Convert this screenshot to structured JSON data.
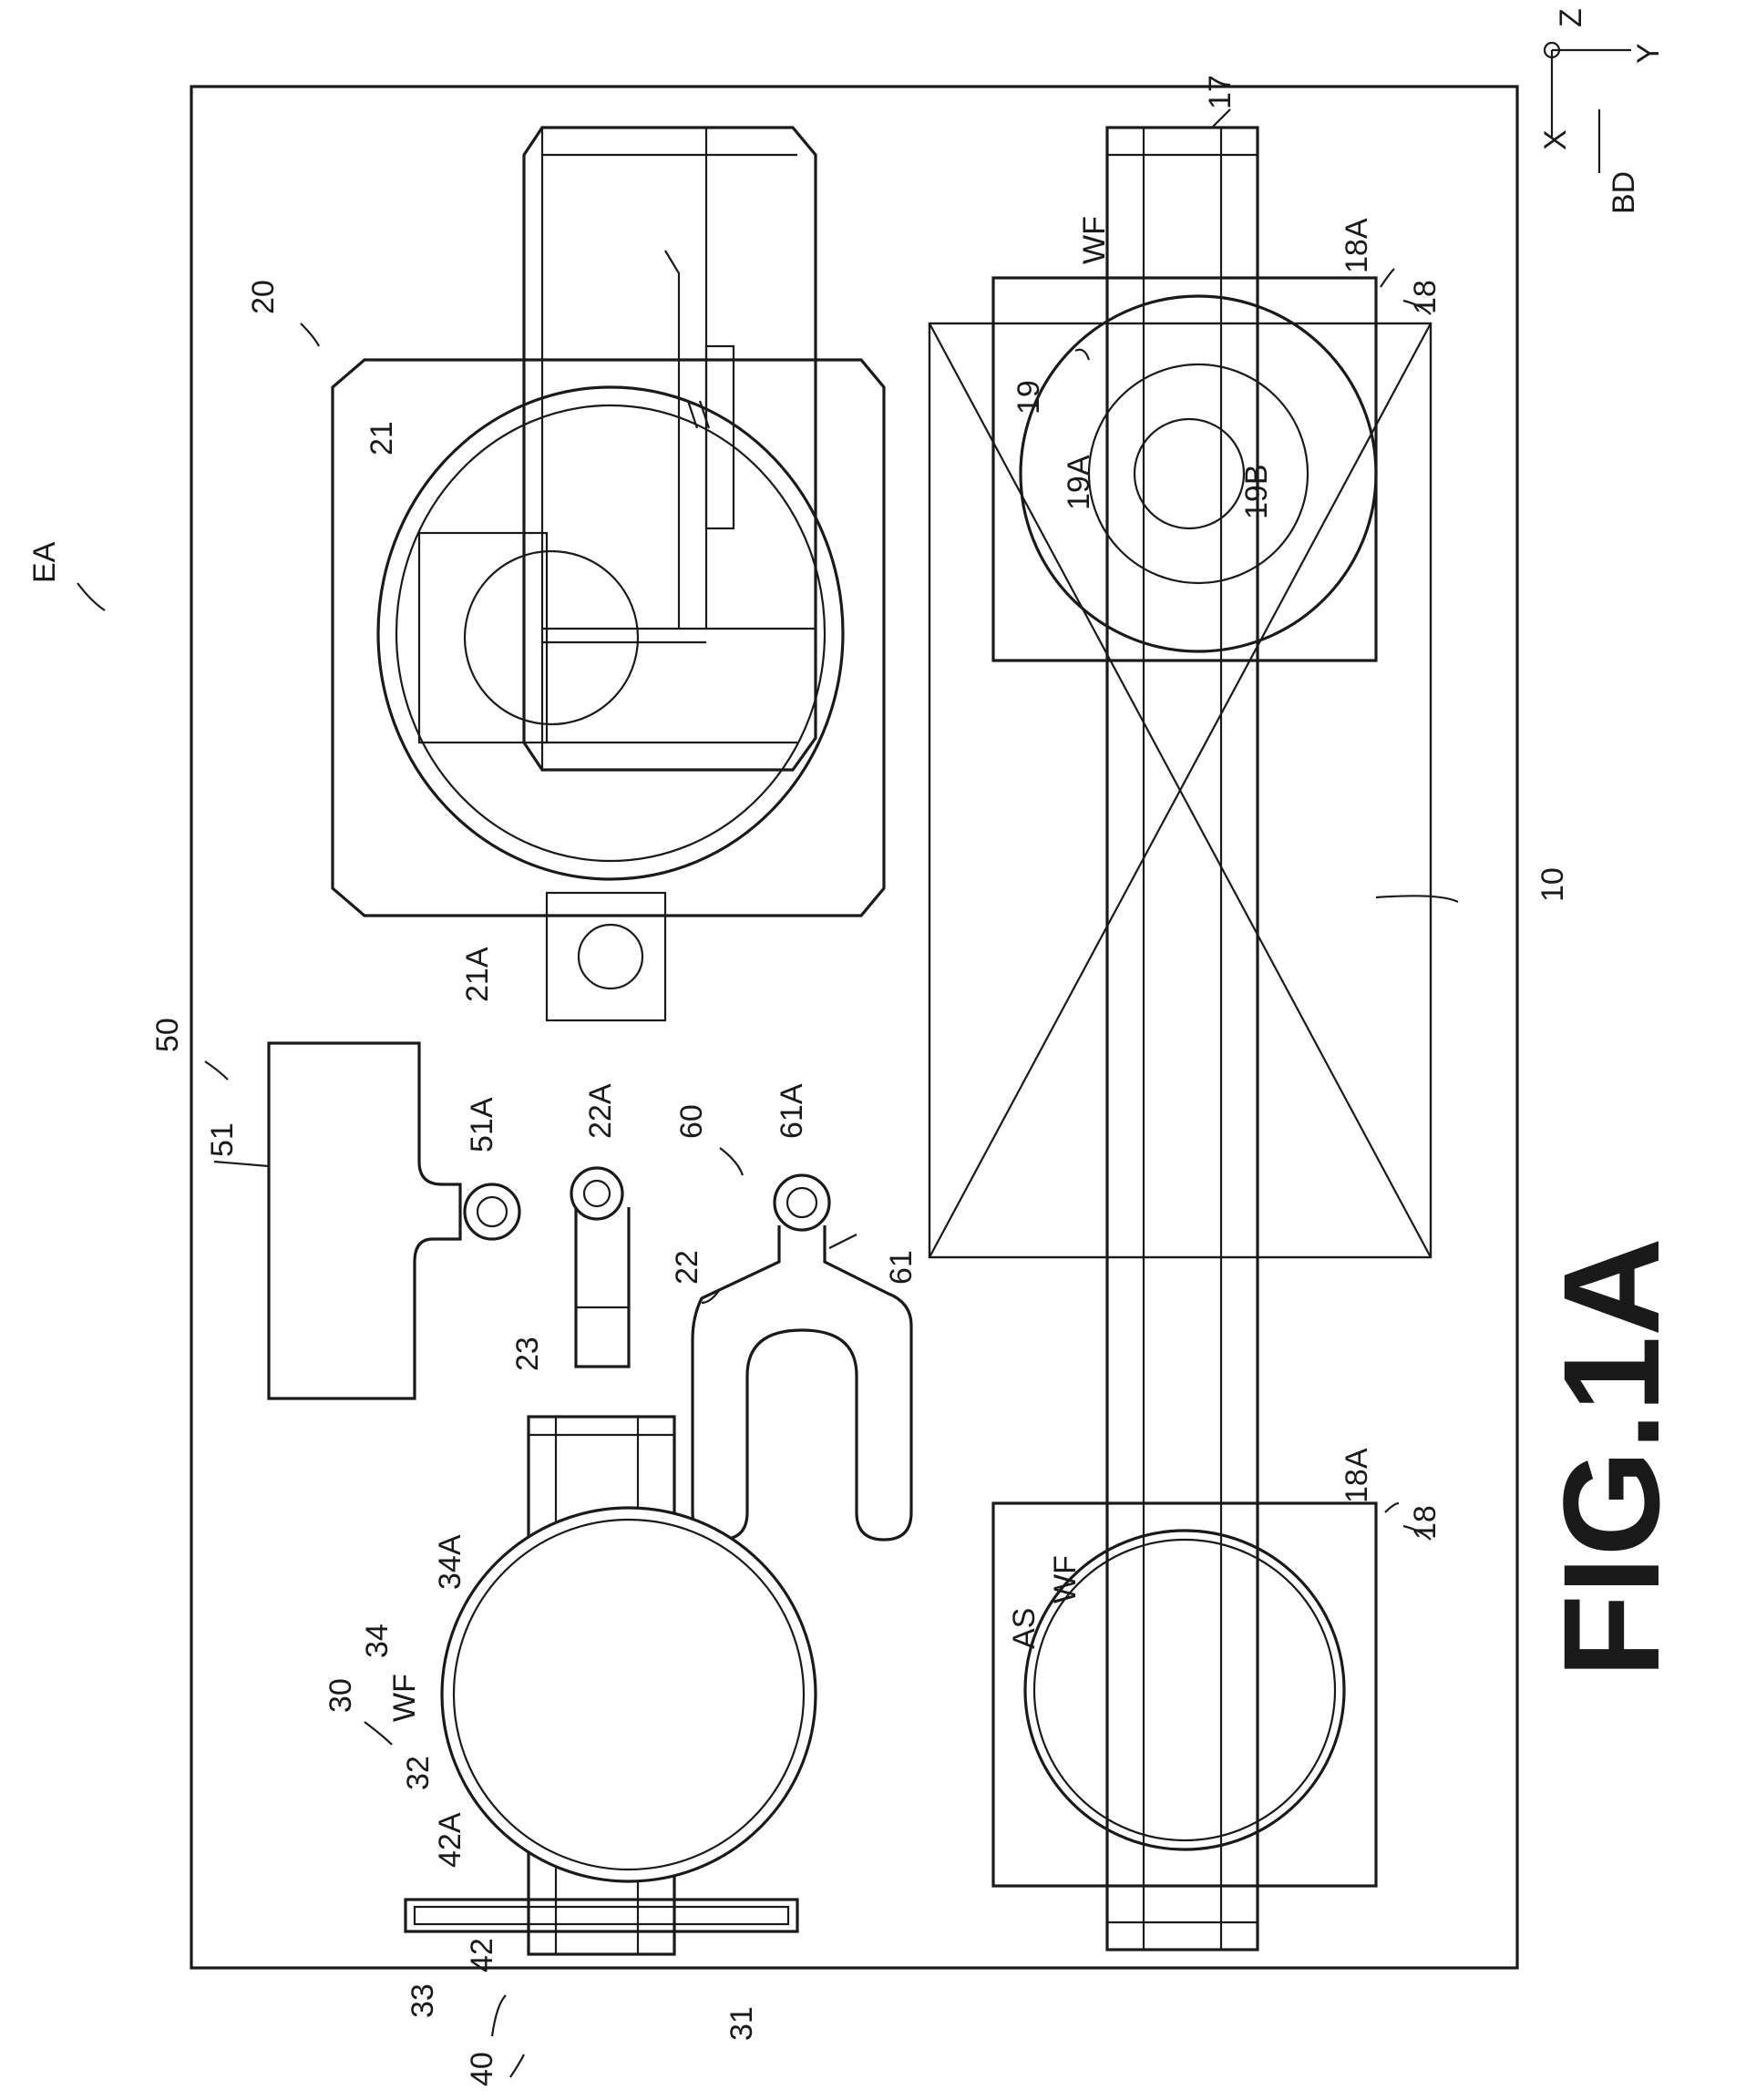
{
  "figure_title": "FIG.1A",
  "axes": {
    "z": "Z",
    "y": "Y",
    "x": "X",
    "direction": "BD"
  },
  "labels": {
    "EA": "EA",
    "l10": "10",
    "l17": "17",
    "l18a": "18",
    "l18b": "18",
    "l18A_a": "18A",
    "l18A_b": "18A",
    "l19": "19",
    "l19A": "19A",
    "l19B": "19B",
    "WF_a": "WF",
    "WF_b": "WF",
    "WF_c": "WF",
    "AS": "AS",
    "l20": "20",
    "l21": "21",
    "l21A": "21A",
    "l22": "22",
    "l22A": "22A",
    "l23": "23",
    "l30": "30",
    "l31": "31",
    "l32": "32",
    "l33": "33",
    "l34": "34",
    "l34A": "34A",
    "l40": "40",
    "l42": "42",
    "l42A": "42A",
    "l50": "50",
    "l51": "51",
    "l51A": "51A",
    "l60": "60",
    "l61": "61",
    "l61A": "61A"
  }
}
